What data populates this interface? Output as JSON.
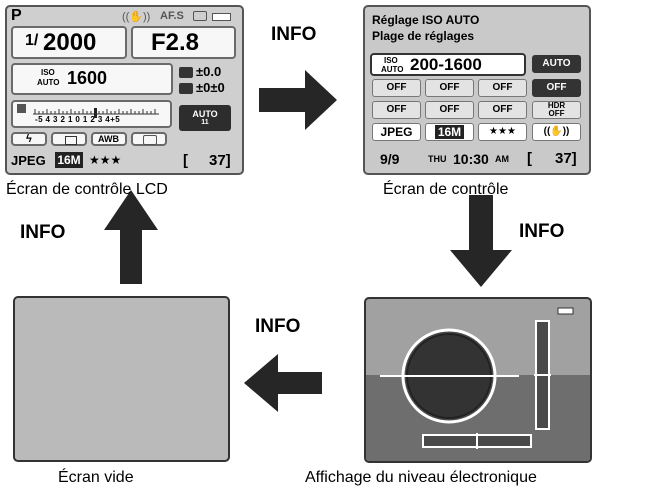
{
  "labels": {
    "info_top": "INFO",
    "info_right": "INFO",
    "info_bottom": "INFO",
    "info_left": "INFO"
  },
  "captions": {
    "lcd": "Écran de contrôle LCD",
    "control": "Écran de contrôle",
    "blank": "Écran vide",
    "level": "Affichage du niveau électronique"
  },
  "lcd": {
    "mode": "P",
    "af_mode": "AF.S",
    "shutter_num": "1/",
    "shutter": "2000",
    "aperture": "F2.8",
    "iso_label_top": "ISO",
    "iso_label_bottom": "AUTO",
    "iso": "1600",
    "flash_comp": "±0.0",
    "wb_comp": "±0±0",
    "ev_scale": "-5 4 3 2 1 0 1 2 3 4+5",
    "auto_box": "AUTO",
    "auto_num": "11",
    "wb": "AWB",
    "format": "JPEG",
    "size": "16M",
    "quality": "★★★",
    "bracket": "[",
    "shots": "37]"
  },
  "control": {
    "title_line1": "Réglage ISO AUTO",
    "title_line2": "Plage de réglages",
    "iso_label_top": "ISO",
    "iso_label_bottom": "AUTO",
    "iso_range": "200-1600",
    "auto_cell": "AUTO",
    "off1": "OFF",
    "off2": "OFF",
    "off3": "OFF",
    "off4": "OFF",
    "off5": "OFF",
    "off6": "OFF",
    "off7": "OFF",
    "hdr1": "HDR",
    "hdr2": "OFF",
    "format": "JPEG",
    "size": "16M",
    "quality": "★★★",
    "page": "9/9",
    "day": "THU",
    "time": "10:30",
    "ampm": "AM",
    "bracket": "[",
    "shots": "37]"
  },
  "colors": {
    "screen_bg": "#cfcfcf",
    "arrow": "#262626",
    "blank_bg": "#bababa",
    "level_sky": "#a1a1a1",
    "level_ground": "#6e6e6e"
  }
}
